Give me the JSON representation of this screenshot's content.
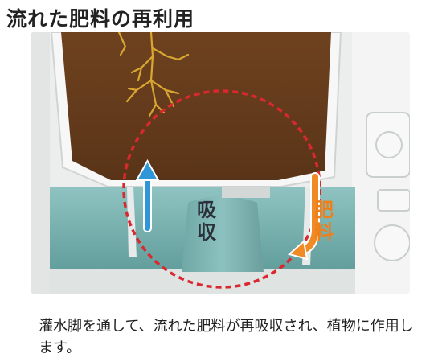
{
  "title": "流れた肥料の再利用",
  "labels": {
    "absorb": [
      "吸",
      "収"
    ],
    "fertilizer": [
      "肥",
      "料"
    ]
  },
  "caption": "灌水脚を通して、流れた肥料が再吸収され、植物に作用します。",
  "colors": {
    "soil": "#6b3f1d",
    "water": "#7fb4b2",
    "pot_body": "#eef0ef",
    "highlight_circle": "#d9282f",
    "absorb_arrow": "#2f96d8",
    "fertilizer_arrow": "#f08a24"
  },
  "icons": {
    "absorb_arrow": "arrow-up-icon",
    "fertilizer_arrow": "arrow-down-curved-icon"
  }
}
